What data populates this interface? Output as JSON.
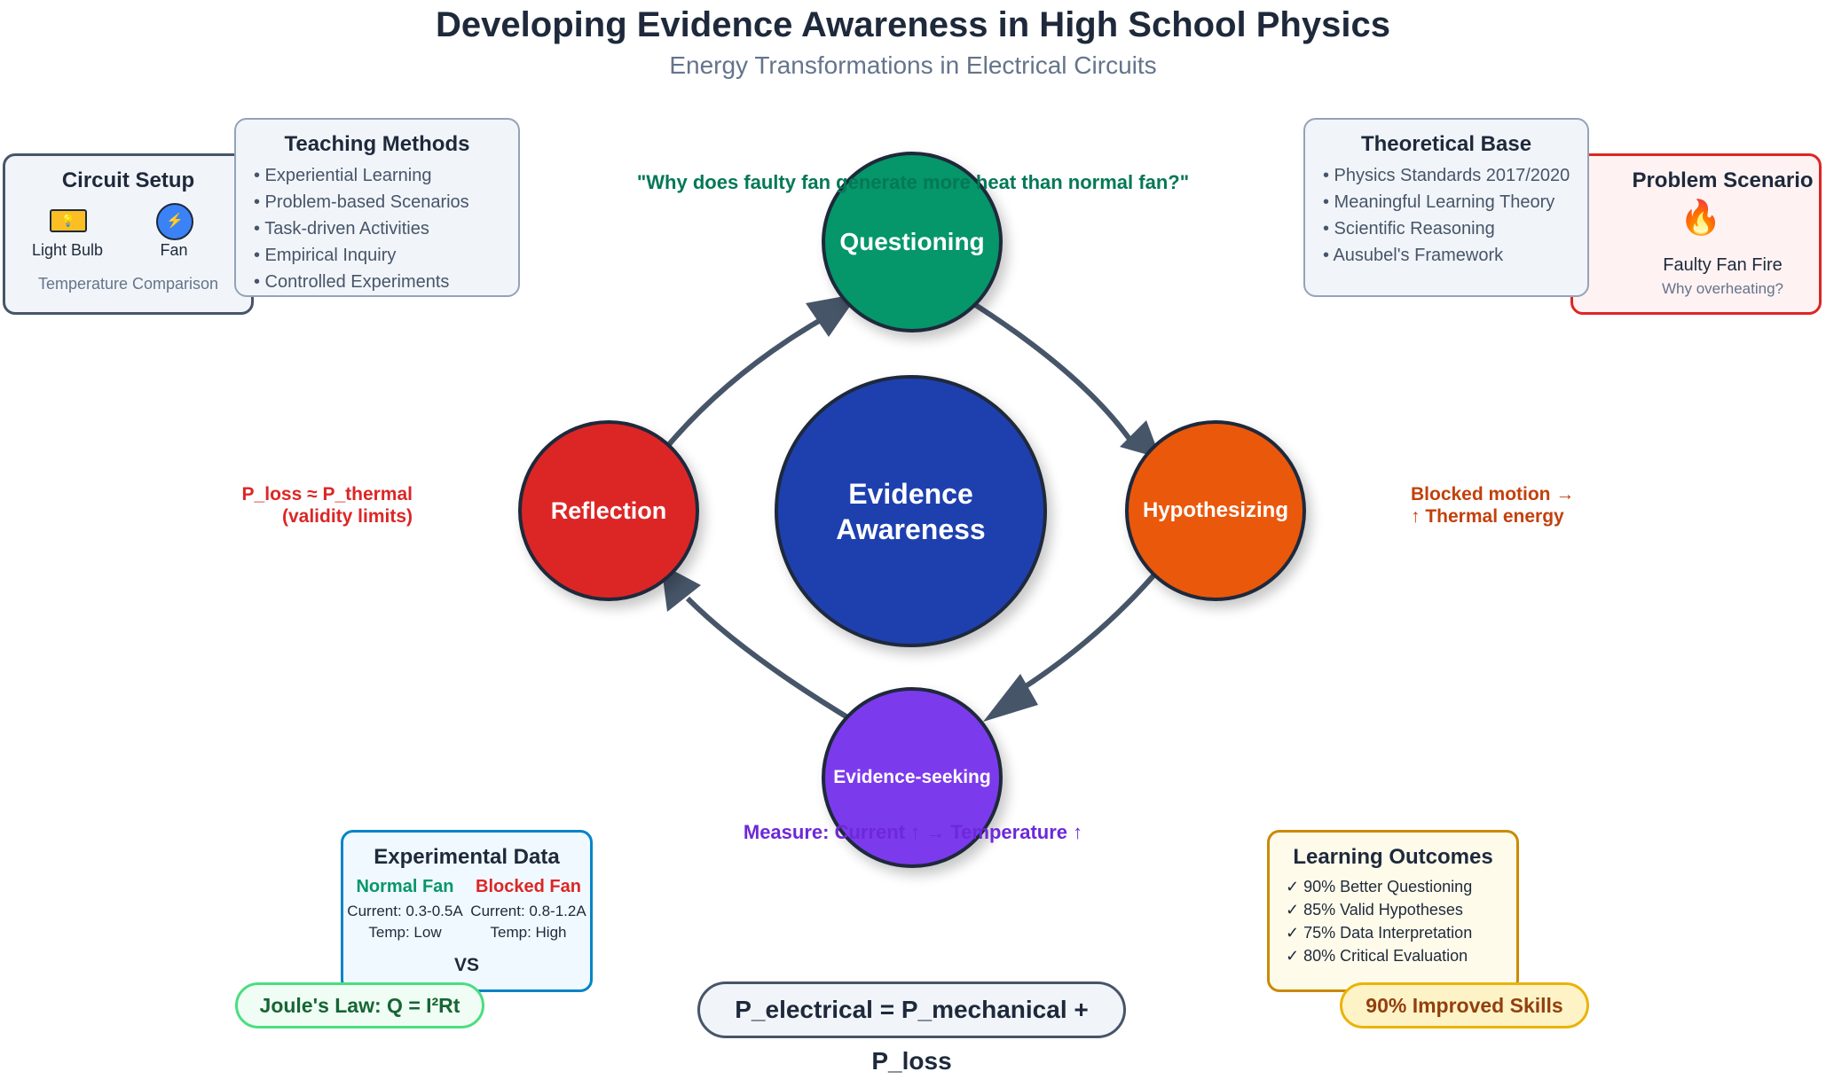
{
  "title": "Developing Evidence Awareness in High School Physics",
  "subtitle": "Energy Transformations in Electrical Circuits",
  "circuit_setup": {
    "title": "Circuit Setup",
    "bulb_label": "Light Bulb",
    "fan_label": "Fan",
    "caption": "Temperature Comparison"
  },
  "teaching_methods": {
    "title": "Teaching Methods",
    "items": [
      "• Experiential Learning",
      "• Problem-based Scenarios",
      "• Task-driven Activities",
      "• Empirical Inquiry",
      "• Controlled Experiments"
    ]
  },
  "theoretical_base": {
    "title": "Theoretical Base",
    "items": [
      "• Physics Standards 2017/2020",
      "• Meaningful Learning Theory",
      "• Scientific Reasoning",
      "• Ausubel's Framework"
    ]
  },
  "problem_scenario": {
    "title": "Problem Scenario",
    "icon": "fire-icon",
    "line1": "Faulty Fan Fire",
    "line2": "Why overheating?"
  },
  "question_text": "\"Why does faulty fan generate more heat than normal fan?\"",
  "cycle": {
    "center": [
      "Evidence",
      "Awareness"
    ],
    "questioning": "Questioning",
    "hypothesizing": "Hypothesizing",
    "evidence_seeking": "Evidence-seeking",
    "reflection": "Reflection"
  },
  "notes": {
    "reflection_1": "P_loss ≈ P_thermal",
    "reflection_2": "(validity limits)",
    "hypothesis_1": "Blocked motion →",
    "hypothesis_2": "↑ Thermal energy",
    "measure": "Measure: Current ↑ → Temperature ↑"
  },
  "experimental_data": {
    "title": "Experimental Data",
    "normal_title": "Normal Fan",
    "normal_current": "Current: 0.3-0.5A",
    "normal_temp": "Temp: Low",
    "blocked_title": "Blocked Fan",
    "blocked_current": "Current: 0.8-1.2A",
    "blocked_temp": "Temp: High",
    "vs": "VS"
  },
  "joule_law": "Joule's Law: Q = I²Rt",
  "power_equation": "P_electrical = P_mechanical + P_loss",
  "learning_outcomes": {
    "title": "Learning Outcomes",
    "items": [
      "✓ 90% Better Questioning",
      "✓ 85% Valid Hypotheses",
      "✓ 75% Data Interpretation",
      "✓ 80% Critical Evaluation"
    ]
  },
  "improved_skills": "90% Improved Skills",
  "colors": {
    "questioning": "#059669",
    "hypothesizing": "#ea580c",
    "evidence_seeking": "#7c3aed",
    "reflection": "#dc2626",
    "center": "#1e40af"
  }
}
